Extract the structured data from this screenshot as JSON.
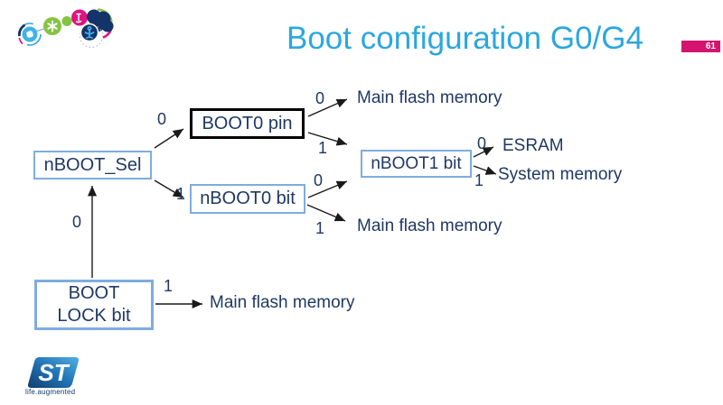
{
  "header": {
    "title": "Boot configuration G0/G4",
    "page_number": "61"
  },
  "colors": {
    "title_blue": "#2BA7DF",
    "badge_pink": "#D4146F",
    "box_border_blue": "#7FACE0",
    "box_border_black": "#000000",
    "text_navy": "#1F3864",
    "arrow_color": "#1A1A1A",
    "logo_green": "#85C441",
    "logo_light_blue": "#3FB3E6",
    "logo_navy": "#14336B",
    "logo_magenta": "#E0147F"
  },
  "icons": {
    "header_logo": "st-circles-cluster-logo",
    "footer_logo": "st-logo"
  },
  "diagram": {
    "nodes": {
      "nboot_sel": "nBOOT_Sel",
      "boot0_pin": "BOOT0 pin",
      "nboot0_bit": "nBOOT0 bit",
      "nboot1_bit": "nBOOT1 bit",
      "boot_lock_line1": "BOOT",
      "boot_lock_line2": "LOCK bit"
    },
    "edge_labels": {
      "sel_to_pin": "0",
      "sel_to_bit": "1",
      "pin_to_flash": "0",
      "pin_to_nboot1": "1",
      "bit_to_nboot1": "0",
      "bit_to_flash": "1",
      "nboot1_to_esram": "0",
      "nboot1_to_sysmem": "1",
      "lock_to_sel": "0",
      "lock_to_flash": "1"
    },
    "outcomes": {
      "main_flash_top": "Main flash memory",
      "esram": "ESRAM",
      "system_memory": "System memory",
      "main_flash_mid": "Main flash memory",
      "main_flash_lock": "Main flash memory"
    }
  },
  "footer": {
    "logo_monogram": "ST",
    "tagline": "life.augmented"
  }
}
